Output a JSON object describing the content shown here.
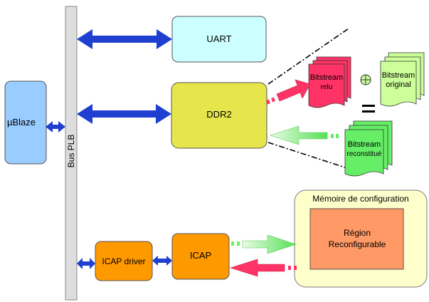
{
  "blocks": {
    "microblaze": "µBlaze",
    "bus": "Bus PLB",
    "uart": "UART",
    "ddr2": "DDR2",
    "icap_driver": "ICAP driver",
    "icap": "ICAP",
    "memory_title": "Mémoire de configuration",
    "region_line1": "Région",
    "region_line2": "Reconfigurable"
  },
  "bitstreams": {
    "read_line1": "Bitstream",
    "read_line2": "relu",
    "original_line1": "Bitstream",
    "original_line2": "original",
    "rebuilt_line1": "Bitstream",
    "rebuilt_line2": "reconstitué",
    "xor_symbol": "⊕",
    "equals_symbol": "="
  },
  "colors": {
    "microblaze": "#99ccff",
    "bus": "#dddddd",
    "uart": "#ccffff",
    "ddr2": "#e6e64c",
    "icap": "#ff9900",
    "memory": "#ffffcc",
    "region": "#ff9966",
    "bitstream_read": "#ff3366",
    "bitstream_original": "#ccff99",
    "bitstream_rebuilt": "#66ee66",
    "bus_arrow": "#1f3fd0",
    "arrow_red": "#ff3366",
    "arrow_green": "#66ee66"
  }
}
